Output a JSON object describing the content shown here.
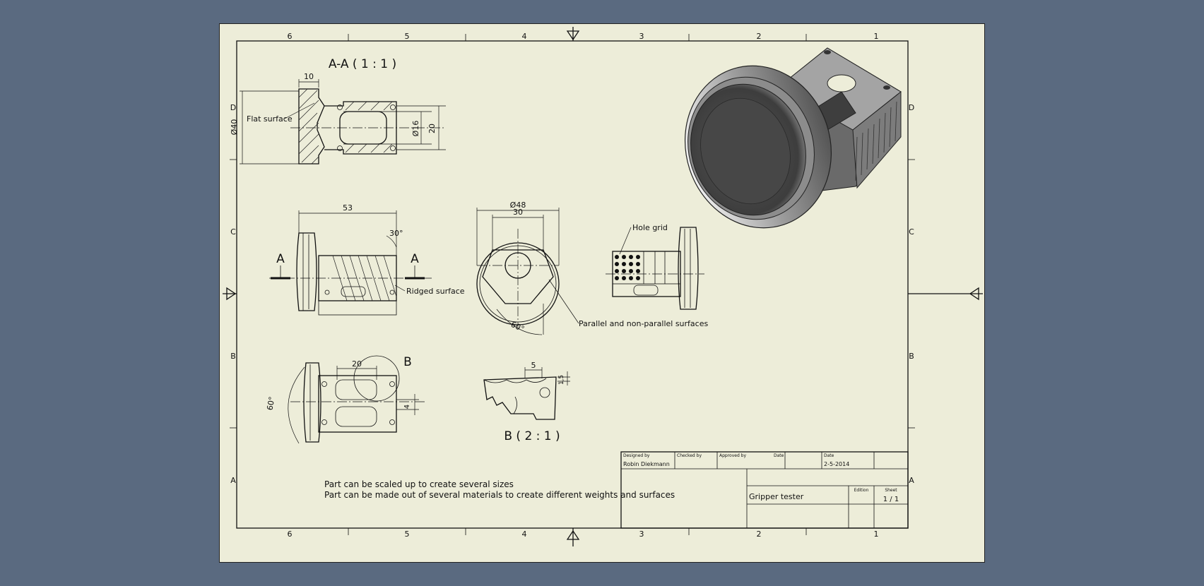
{
  "zones": {
    "columns": [
      "6",
      "5",
      "4",
      "3",
      "2",
      "1"
    ],
    "rows": [
      "D",
      "C",
      "B",
      "A"
    ]
  },
  "views": {
    "section_title": "A-A ( 1 : 1 )",
    "detail_title": "B ( 2 : 1 )",
    "section_marker_left": "A",
    "section_marker_right": "A",
    "detail_marker": "B"
  },
  "dimensions": {
    "d10": "10",
    "d40": "Ø40",
    "d16": "Ø16",
    "d20": "20",
    "d53": "53",
    "a30": "30°",
    "d48": "Ø48",
    "d30": "30",
    "a60_front": "60°",
    "d20_bottom": "20",
    "a60_left": "60°",
    "d4": "4",
    "d5": "5",
    "d15": "1,5"
  },
  "notes": {
    "flat_surface": "Flat surface",
    "ridged_surface": "Ridged surface",
    "parallel_surfaces": "Parallel and non-parallel surfaces",
    "hole_grid": "Hole grid",
    "general_note_1": "Part can be scaled up to create several sizes",
    "general_note_2": "Part can be made out of several materials to create different weights and surfaces"
  },
  "title_block": {
    "designed_by_label": "Designed by",
    "designed_by": "Robin Diekmann",
    "checked_by_label": "Checked by",
    "approved_by_label": "Approved by",
    "date_label_1": "Date",
    "date_label_2": "Date",
    "date": "2-5-2014",
    "title": "Gripper tester",
    "edition_label": "Edition",
    "sheet_label": "Sheet",
    "sheet": "1 / 1"
  },
  "colors": {
    "background": "#5a6a80",
    "paper": "#ededd9",
    "ink": "#111111"
  }
}
